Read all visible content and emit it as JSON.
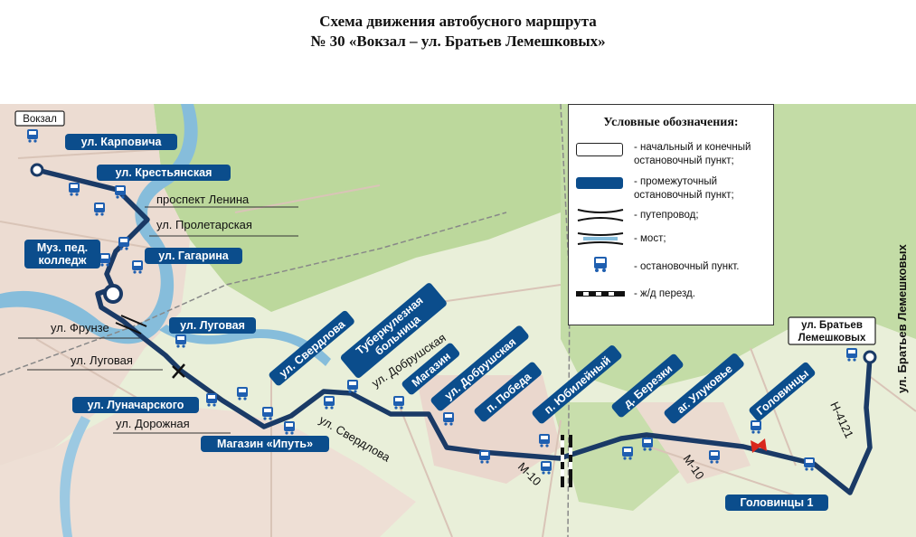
{
  "title": {
    "line1": "Схема движения автобусного маршрута",
    "line2": "№ 30 «Вокзал – ул. Братьев Лемешковых»"
  },
  "legend": {
    "heading": "Условные обозначения:",
    "items": [
      {
        "symbol": "terminal-box",
        "text": "- начальный и конечный остановочный пункт;"
      },
      {
        "symbol": "intermediate-box",
        "text": "- промежуточный остановочный пункт;"
      },
      {
        "symbol": "overpass",
        "text": "- путепровод;"
      },
      {
        "symbol": "bridge",
        "text": "- мост;"
      },
      {
        "symbol": "bus-stop-icon",
        "text": "- остановочный пункт."
      },
      {
        "symbol": "rail-crossing",
        "text": "- ж/д перезд."
      }
    ]
  },
  "stops": {
    "vokzal": "Вокзал",
    "karpovicha": "ул. Карповича",
    "krestyanskaya": "ул. Крестьянская",
    "muz_koledzh": "Муз. пед. колледж",
    "gagarina": "ул. Гагарина",
    "lugovaya_stop": "ул. Луговая",
    "lunacharskogo": "ул. Луначарского",
    "magazin_iput": "Магазин «Ипуть»",
    "sverdlova_stop": "ул. Свердлова",
    "tub_bolnitsa": "Туберкулезная больница",
    "magazin": "Магазин",
    "dobrushskaya_stop": "ул. Добрушская",
    "pobeda": "п. Победа",
    "yubileyny": "п. Юбилейный",
    "berezki": "д. Березки",
    "ukovye": "аг. Улуковье",
    "golovintsy": "Головинцы",
    "golovintsy1": "Головинцы 1",
    "bratyev_terminal": "ул. Братьев Лемешковых"
  },
  "streets": {
    "lenina": "проспект Ленина",
    "proletarskaya": "ул. Пролетарская",
    "frunze": "ул. Фрунзе",
    "lugovaya": "ул. Луговая",
    "dorozhnaya": "ул. Дорожная",
    "sverdlova": "ул. Свердлова",
    "dobrushskaya": "ул. Добрушская",
    "m10a": "М-10",
    "m10b": "М-10",
    "n4121": "Н-4121",
    "bratyev_road": "ул. Братьев Лемешковых"
  },
  "colors": {
    "route": "#1a3a66",
    "stop_label_bg": "#0b4d8c",
    "river": "#7fb6d6",
    "forest": "#b9d79a",
    "urban": "#ead9cf",
    "field": "#e6efd2"
  }
}
